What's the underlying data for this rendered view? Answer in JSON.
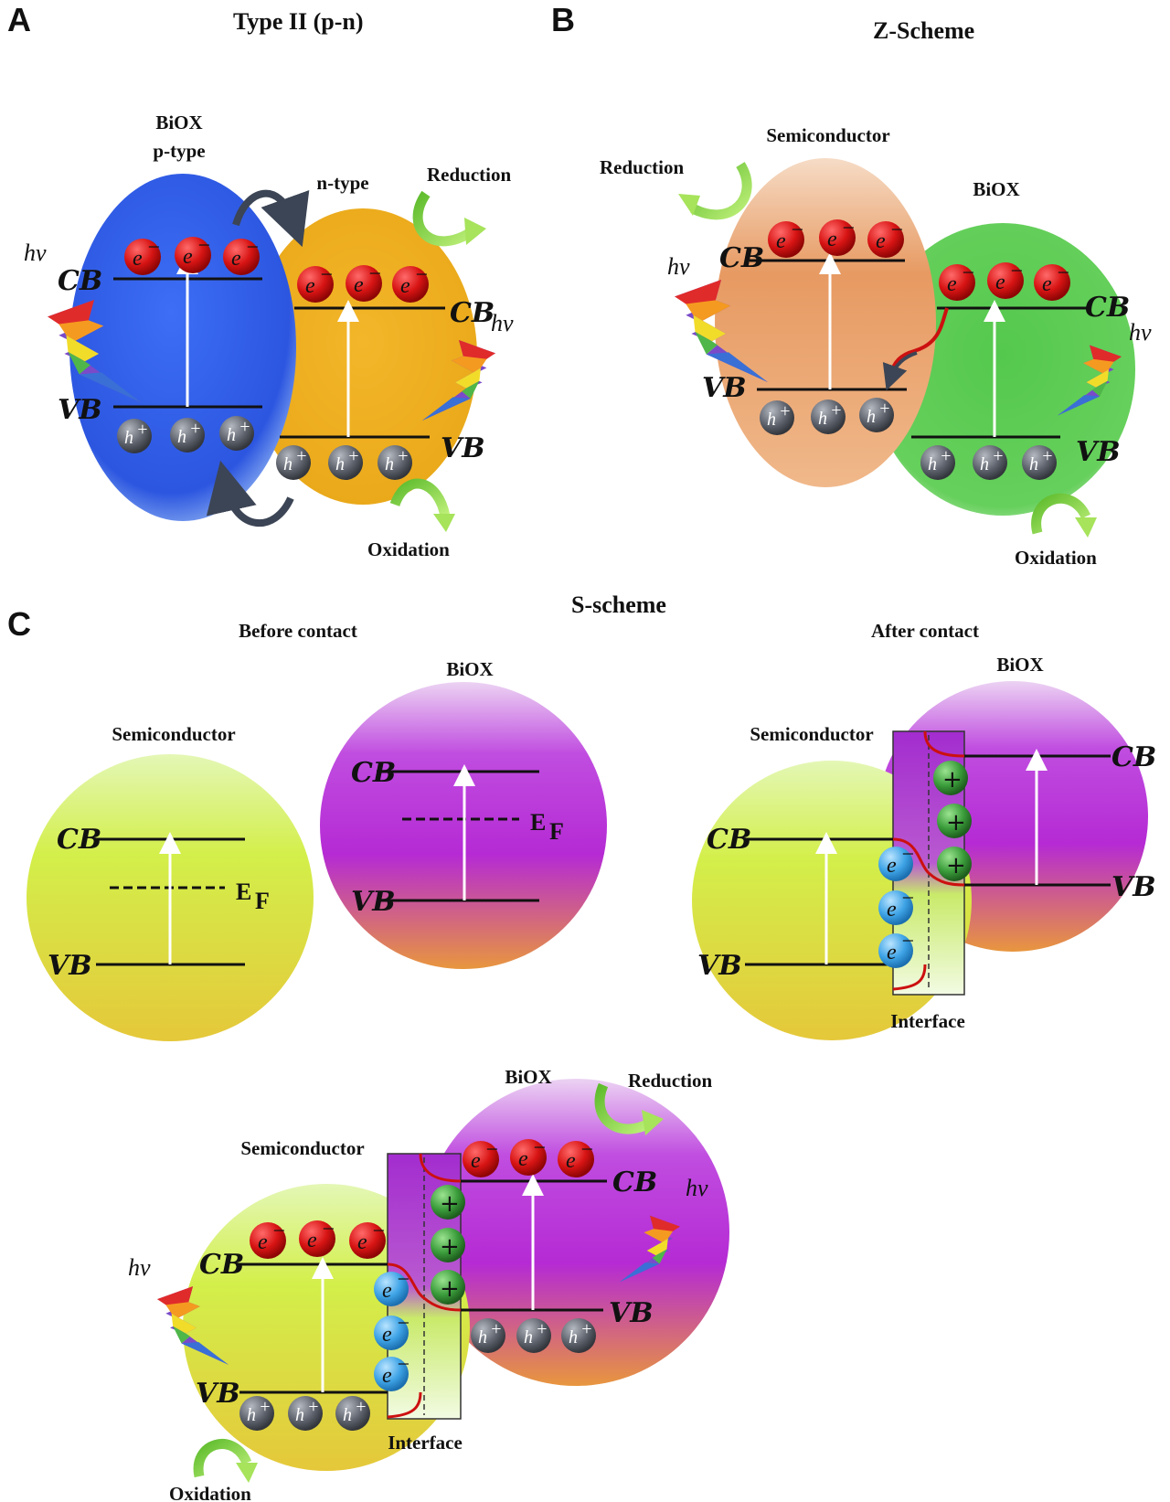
{
  "panels": {
    "a": {
      "letter": "A",
      "title": "Type II (p-n)",
      "left_label_1": "BiOX",
      "left_label_2": "p-type",
      "right_label": "n-type",
      "reduction": "Reduction",
      "oxidation": "Oxidation"
    },
    "b": {
      "letter": "B",
      "title": "Z-Scheme",
      "left_label": "Semiconductor",
      "right_label": "BiOX",
      "reduction": "Reduction",
      "oxidation": "Oxidation"
    },
    "c": {
      "letter": "C",
      "title": "S-scheme",
      "before": "Before contact",
      "after": "After contact",
      "semiconductor": "Semiconductor",
      "biox": "BiOX",
      "interface": "Interface",
      "reduction": "Reduction",
      "oxidation": "Oxidation"
    }
  },
  "bands": {
    "cb": "CB",
    "vb": "VB",
    "fermi": "E",
    "fermi_sub": "F"
  },
  "carriers": {
    "electron": "e",
    "hole": "h",
    "plus": "+",
    "minus": "−",
    "photon": "hν"
  },
  "colors": {
    "p_type": "#2f5fe8",
    "n_type": "#efb21e",
    "semiconductor_b": "#e79a62",
    "biox_b": "#5fcf5a",
    "semiconductor_c": "#d2ee3c",
    "biox_c": "#bb30d6",
    "electron": "#d61515",
    "hole": "#6a6f78",
    "interface_e": "#3fa4e6",
    "interface_h": "#3aa03a",
    "bend": "#cc1010",
    "arrow_green": "#7ed43a"
  }
}
